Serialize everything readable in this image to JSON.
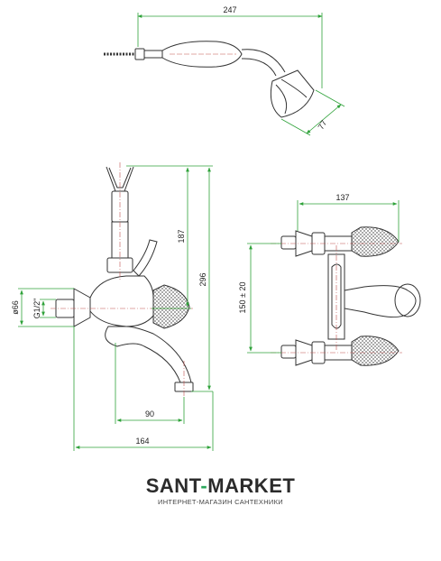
{
  "colors": {
    "dimension_line": "#2fa23a",
    "outline": "#333333",
    "centerline": "#c0504d",
    "brand_dark": "#2b2b2b",
    "brand_accent": "#2aa65a"
  },
  "dimensions": {
    "hand_shower_length": "247",
    "shower_head": "77",
    "hook_to_spout": "187",
    "total_height": "296",
    "inlet_diameter": "ø66",
    "inlet_thread": "G1/2\"",
    "spout_projection": "90",
    "total_depth": "164",
    "centers_span": "137",
    "centers_distance": "150 ± 20"
  },
  "brand": {
    "name_part1": "SANT",
    "name_dash": "-",
    "name_part2": "MARKET",
    "tagline": "ИНТЕРНЕТ-МАГАЗИН САНТЕХНИКИ"
  }
}
